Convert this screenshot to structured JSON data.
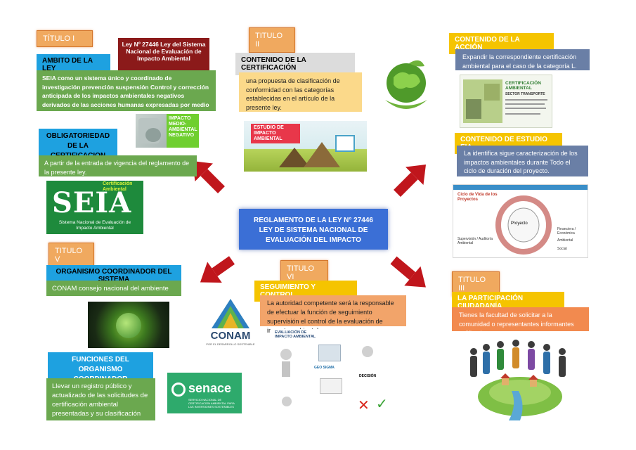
{
  "center": {
    "title": "REGLAMENTO DE LA LEY N° 27446 LEY DE SISTEMA NACIONAL DE EVALUACIÓN DEL IMPACTO"
  },
  "titulo1": {
    "tag": "TÍTULO I",
    "law_box": "Ley Nº 27446 Ley del Sistema Nacional de Evaluación de Impacto Ambiental",
    "ambito_header": "AMBITO DE LA LEY",
    "ambito_text": "SEIA como un sistema único y coordinado de investigación prevención suspensión Control y corrección anticipada de los impactos ambientales negativos derivados de las acciones humanas expresadas por medio de un proyecto.",
    "impact_label": "IMPACTO MEDIO-AMBIENTAL NEGATIVO",
    "oblig_header": "OBLIGATORIEDAD DE LA CERTIFICACION",
    "oblig_text": "A partir de la entrada de vigencia del reglamento de la presente ley.",
    "seia_logo": "SEIA",
    "seia_cert": "Certificación Ambiental",
    "seia_sub": "Sistema Nacional de Evaluación de Impacto Ambiental"
  },
  "titulo2": {
    "tag": "TITULO II",
    "header": "CONTENIDO DE LA CERTIFICACIÓN",
    "text": " una propuesta de clasificación de conformidad con las categorías establecidas en el artículo de la presente ley.",
    "image_banner": "ESTUDIO DE IMPACTO AMBIENTAL"
  },
  "accion": {
    "header": "CONTENIDO DE LA ACCIÓN",
    "text": "Expandir la correspondiente certificación ambiental para el caso de la categoría L.",
    "doc_title": "CERTIFICACIÓN AMBIENTAL",
    "doc_sub": "SECTOR TRANSPORTE"
  },
  "eia": {
    "header": "CONTENIDO DE ESTUDIO EIA",
    "text": "La identifica sigue caracterización de los impactos ambientales durante Todo el ciclo de duración del proyecto.",
    "diagram_title": "Ciclo de Vida de los Proyectos",
    "diagram_center": "Proyecto",
    "diagram_left": "Supervisión / Auditoría Ambiental",
    "diagram_right1": "Financiera / Económica",
    "diagram_right2": "Ambiental",
    "diagram_right3": "Social"
  },
  "titulo5": {
    "tag": "TITULO V",
    "header": "ORGANISMO COORDINADOR DEL SISTEMA",
    "text": "CONAM consejo nacional del ambiente",
    "conam_logo": "CONAM",
    "conam_sub": "POR EL DESARROLLO SOSTENIBLE",
    "funciones_header": "FUNCIONES DEL ORGANISMO COORDINADOR",
    "funciones_text": "Llevar un registro público y actualizado de las solicitudes de certificación ambiental presentadas y su clasificación",
    "senace_logo": "senace",
    "senace_sub": "SERVICIO NACIONAL DE CERTIFICACIÓN AMBIENTAL PARA LAS INVERSIONES SOSTENIBLES"
  },
  "titulo6": {
    "tag": "TITULO VI",
    "header": "SEGUIMIENTO Y CONTROL",
    "text": "La autoridad competente será la responsable de efectuar la función de seguimiento supervisión el control de la evaluación de impacto ambiental",
    "diagram_title": "EVALUACIÓN DE IMPACTO AMBIENTAL",
    "diagram_label1": "GEO SIGMA",
    "diagram_label2": "DECISIÓN"
  },
  "titulo3": {
    "tag": "TITULO III",
    "header": "LA PARTICIPACIÓN CIUDADANÍA",
    "text": "Tienes la facultad de solicitar a la comunidad o representantes informantes calificados."
  },
  "colors": {
    "arrow": "#c0161c",
    "center": "#3b6fd6",
    "green": "#6ba84f",
    "blue_tag": "#1ea1e0",
    "orange_tag": "#f0a95f",
    "yellow_tag": "#f5c400"
  }
}
